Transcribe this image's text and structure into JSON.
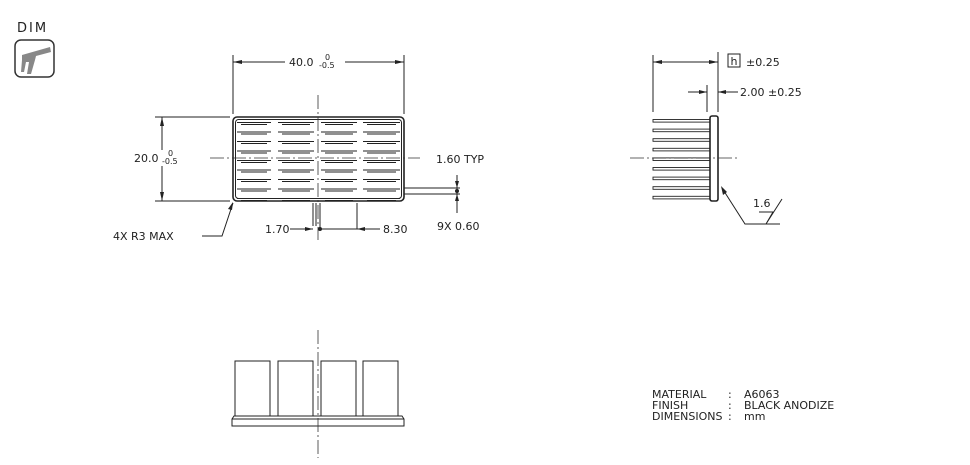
{
  "tool": {
    "label": "DIM",
    "icon": "caliper-icon"
  },
  "front_view": {
    "width_dim": "40.0",
    "width_tol_upper": "0",
    "width_tol_lower": "-0.5",
    "height_dim": "20.0",
    "height_tol_upper": "0",
    "height_tol_lower": "-0.5",
    "fin_pitch": "1.60 TYP",
    "fin_thickness": "9X 0.60",
    "gap": "1.70",
    "column_pitch": "8.30",
    "corner_radius": "4X R3 MAX"
  },
  "side_view": {
    "height_symbol": "h",
    "height_tol": "±0.25",
    "base_thickness": "2.00 ±0.25",
    "surface_finish": "1.6"
  },
  "notes": [
    {
      "label": "MATERIAL",
      "sep": ":",
      "value": "A6063"
    },
    {
      "label": "FINISH",
      "sep": ":",
      "value": "BLACK ANODIZE"
    },
    {
      "label": "DIMENSIONS",
      "sep": ":",
      "value": "mm"
    }
  ]
}
